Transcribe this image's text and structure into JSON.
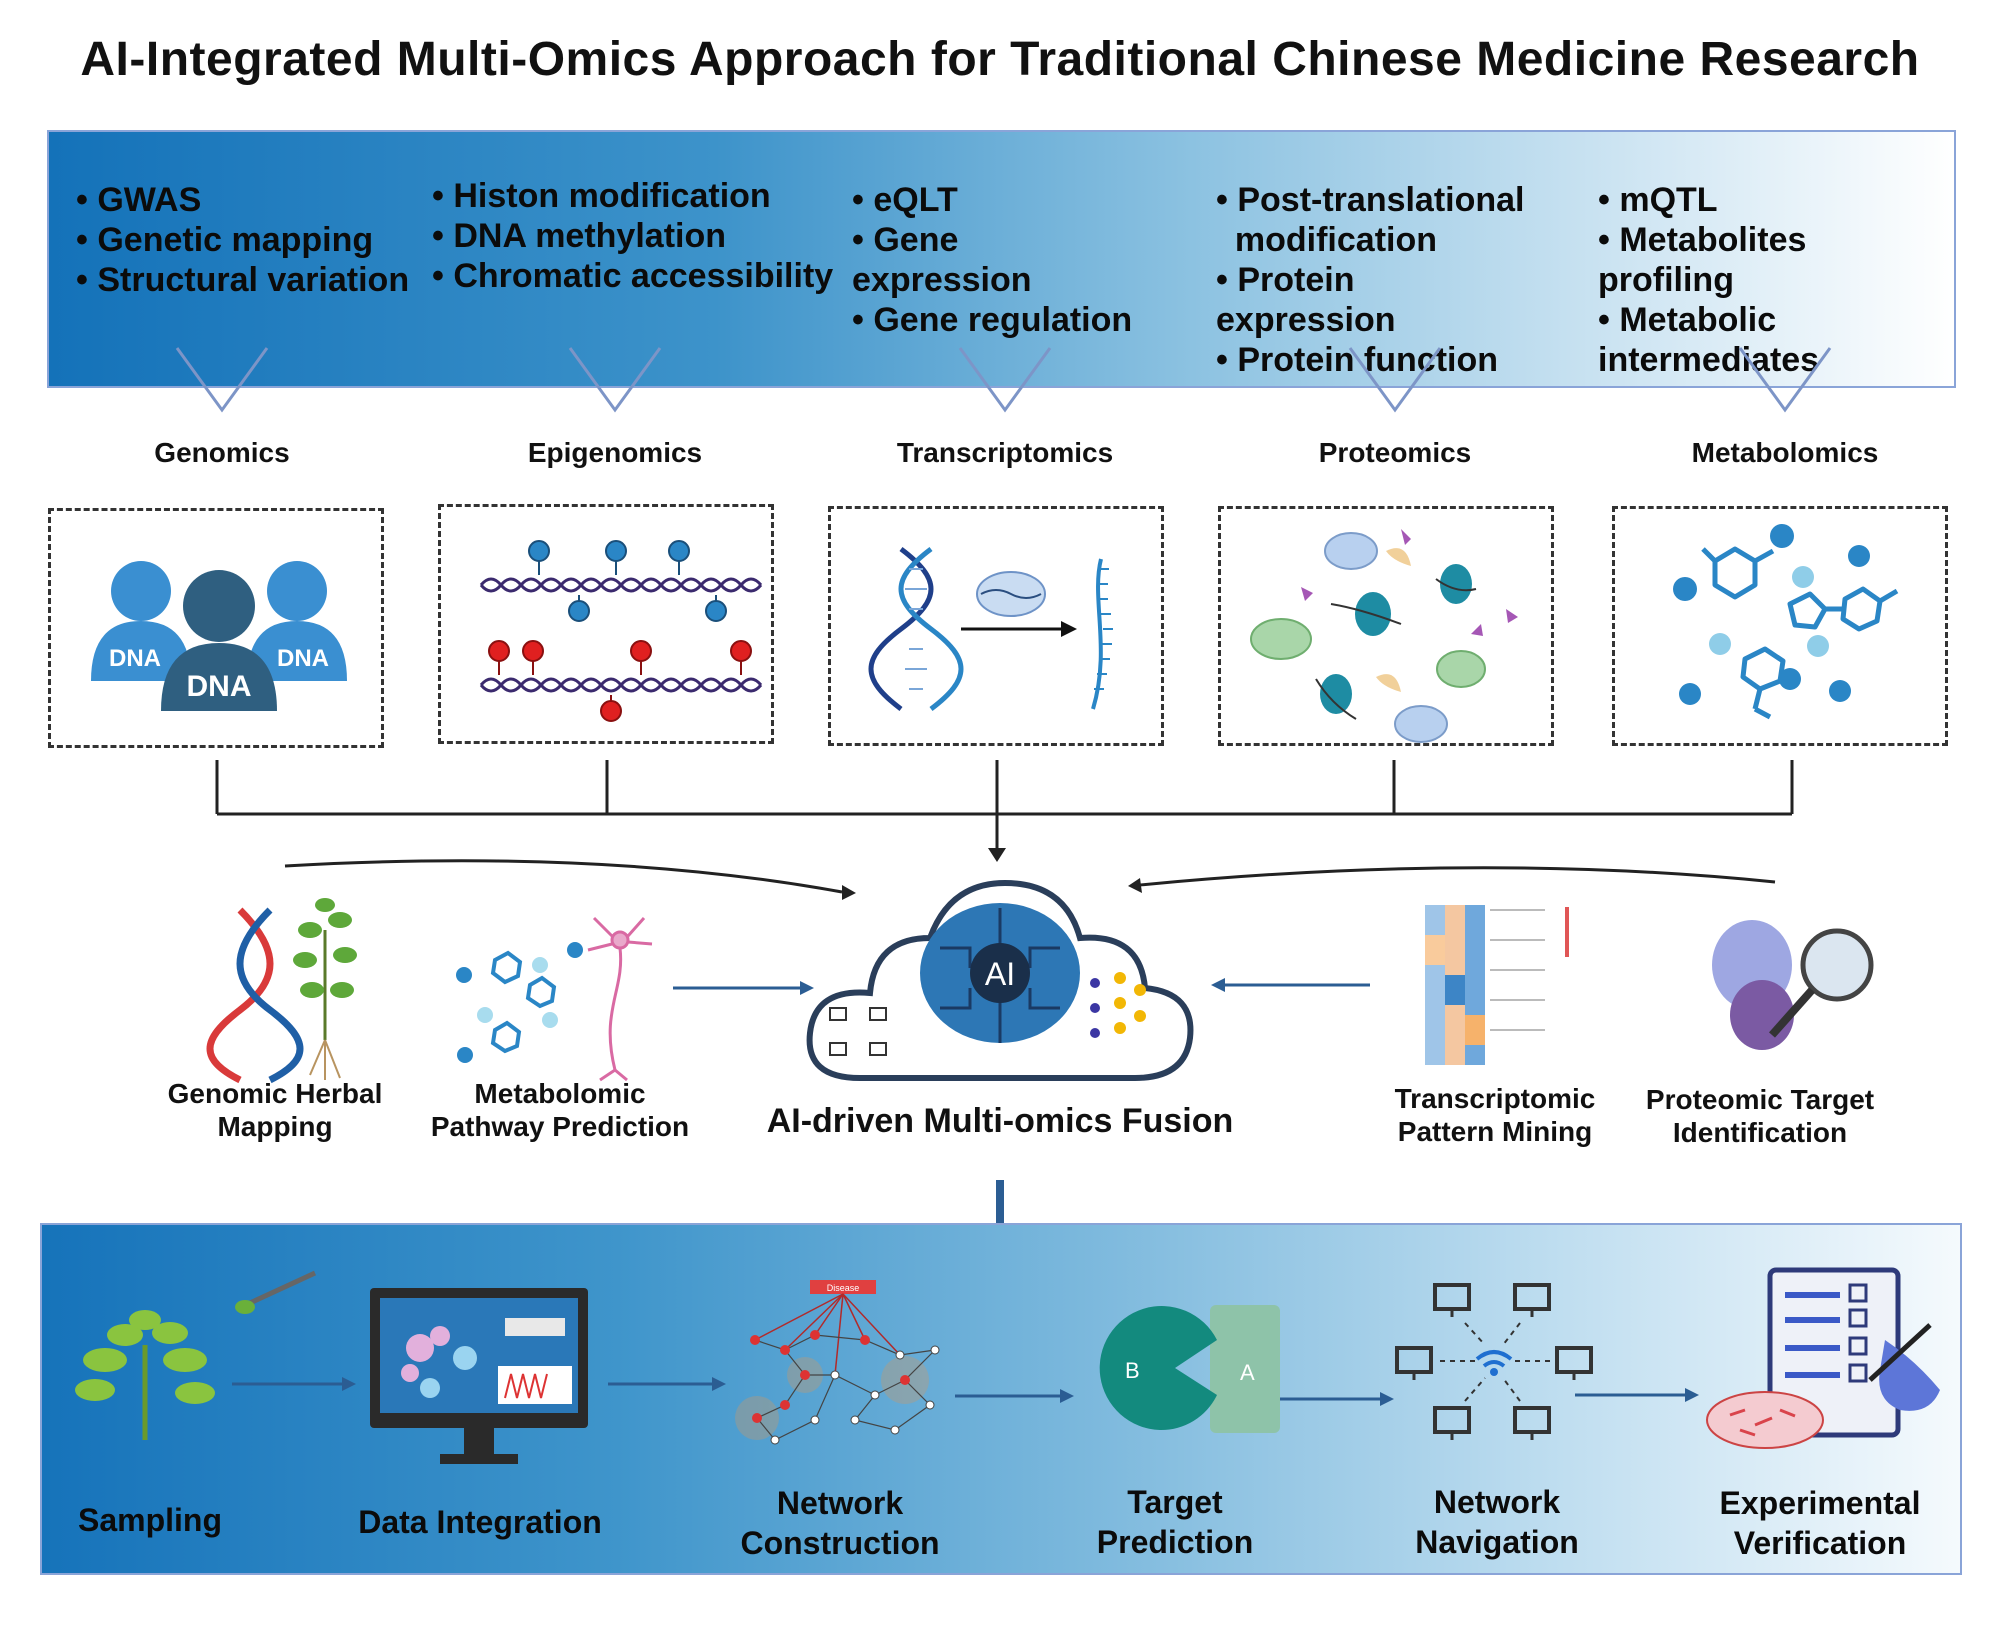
{
  "title": "AI-Integrated Multi-Omics Approach for Traditional Chinese Medicine Research",
  "top_bullets": [
    {
      "lines": [
        "• GWAS",
        "• Genetic mapping",
        "• Structural variation"
      ]
    },
    {
      "lines": [
        "• Histon modification",
        "• DNA methylation",
        "• Chromatic accessibility"
      ]
    },
    {
      "lines": [
        "• eQLT",
        "• Gene",
        "expression",
        "• Gene regulation"
      ]
    },
    {
      "lines": [
        "• Post-translational",
        "  modification",
        "• Protein",
        "expression",
        "• Protein function"
      ]
    },
    {
      "lines": [
        "• mQTL",
        "• Metabolites",
        "profiling",
        "• Metabolic",
        "intermediates"
      ]
    }
  ],
  "omics": [
    "Genomics",
    "Epigenomics",
    "Transcriptomics",
    "Proteomics",
    "Metabolomics"
  ],
  "mid_items": {
    "genomic_herbal": "Genomic Herbal Mapping",
    "metabolomic_pathway": "Metabolomic Pathway Prediction",
    "fusion": "AI-driven Multi-omics Fusion",
    "ai_badge": "AI",
    "transcriptomic_pattern": "Transcriptomic Pattern Mining",
    "proteomic_target": "Proteomic Target Identification"
  },
  "pipeline": {
    "steps": [
      "Sampling",
      "Data Integration",
      "Network Construction",
      "Target Prediction",
      "Network Navigation",
      "Experimental Verification"
    ],
    "disease_tag": "Disease",
    "lock_b": "B",
    "lock_a": "A"
  },
  "colors": {
    "band_dark": "#1472b9",
    "band_light": "#ffffff",
    "band_border": "#8aa4d8",
    "arrow_blue": "#2b5d93",
    "teal": "#138a7e"
  }
}
